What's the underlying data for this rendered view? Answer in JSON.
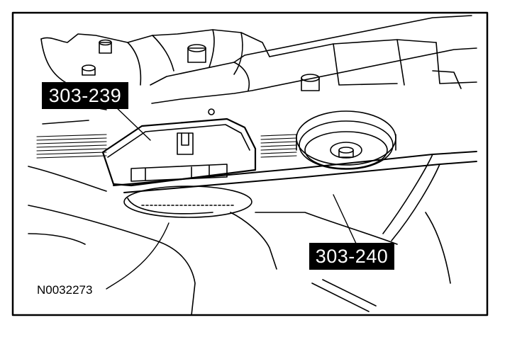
{
  "figure": {
    "callouts": [
      {
        "id": "tool-a",
        "label": "303-239"
      },
      {
        "id": "tool-b",
        "label": "303-240"
      }
    ],
    "reference": "N0032273"
  },
  "colors": {
    "ink": "#000000",
    "paper": "#ffffff",
    "callout_bg": "#000000",
    "callout_text": "#ffffff"
  }
}
